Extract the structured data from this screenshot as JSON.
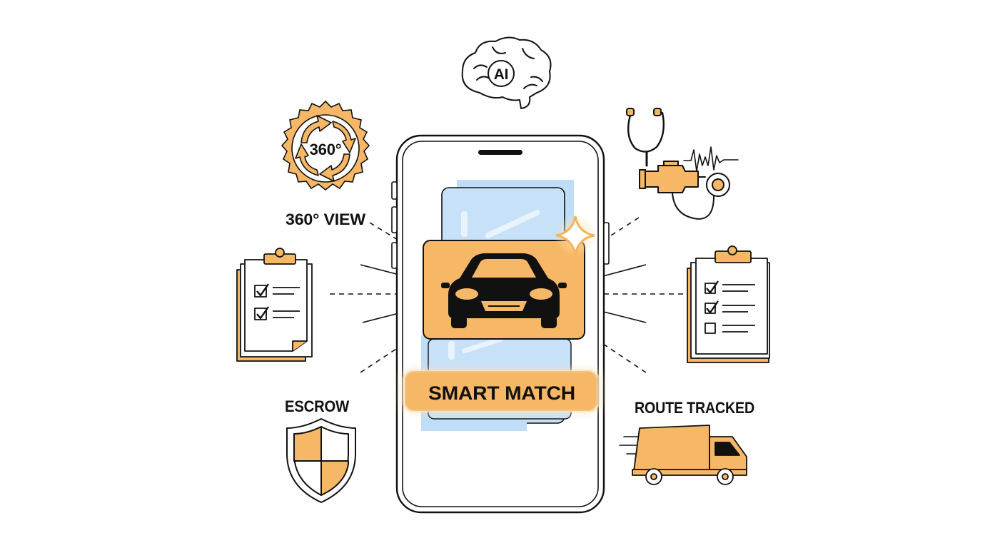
{
  "labels": {
    "view360": "360° VIEW",
    "badge360": "360°",
    "ai": "AI",
    "escrow": "ESCROW",
    "route": "ROUTE TRACKED",
    "smart_match": "SMART MATCH"
  },
  "colors": {
    "accent": "#F6B766",
    "accent_dark": "#E9A04A",
    "outline": "#111111",
    "screen_blue": "#BFDDF7",
    "screen_blue_dark": "#A9CFF2"
  },
  "icons": {
    "brain": "brain-ai-icon",
    "rotate": "rotate-360-icon",
    "diagnostics": "engine-diagnostics-icon",
    "checklist_left": "checklist-icon",
    "checklist_right": "checklist-icon",
    "shield": "shield-escrow-icon",
    "truck": "delivery-truck-icon",
    "car": "car-front-icon",
    "sparkle": "sparkle-icon"
  }
}
